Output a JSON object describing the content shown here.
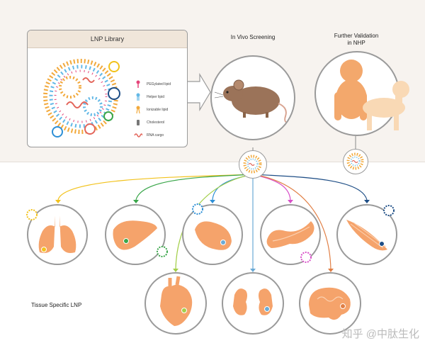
{
  "library": {
    "title": "LNP  Library",
    "legend": [
      {
        "label": "PEGylated lipid",
        "icon": "pegylated-lipid-icon",
        "color": "#e5457a"
      },
      {
        "label": "Helper lipid",
        "icon": "helper-lipid-icon",
        "color": "#63b8e6"
      },
      {
        "label": "Ionizable lipid",
        "icon": "ionizable-lipid-icon",
        "color": "#f2a93b"
      },
      {
        "label": "Cholesterol",
        "icon": "cholesterol-icon",
        "color": "#777777"
      },
      {
        "label": "RNA cargo",
        "icon": "rna-cargo-icon",
        "color": "#e3655a"
      }
    ]
  },
  "screening": {
    "title": "In Vivo Screening"
  },
  "validation": {
    "title": "Further Validation\nin NHP"
  },
  "tissue_label": "Tissue Specific LNP",
  "watermark": "知乎 @中肽生化",
  "colors": {
    "organ": "#f5a36b",
    "mouse": "#9b7359",
    "primate": "#f3a86c",
    "dog": "#f9d9b5",
    "stroke": "#9a9a9a"
  },
  "organs": [
    {
      "name": "lung",
      "icon": "lung-icon",
      "marker": "#f2c21c"
    },
    {
      "name": "liver",
      "icon": "liver-icon",
      "marker": "#3aa64a"
    },
    {
      "name": "spleen",
      "icon": "spleen-icon",
      "marker": "#2d8fd6"
    },
    {
      "name": "pancreas",
      "icon": "pancreas-icon",
      "marker": "#d84fc8"
    },
    {
      "name": "muscle",
      "icon": "muscle-icon",
      "marker": "#1e4e86"
    },
    {
      "name": "heart",
      "icon": "heart-icon",
      "marker": "#a3cf4a"
    },
    {
      "name": "kidney",
      "icon": "kidney-icon",
      "marker": "#6aaad6"
    },
    {
      "name": "brain",
      "icon": "brain-icon",
      "marker": "#e17f45"
    }
  ]
}
